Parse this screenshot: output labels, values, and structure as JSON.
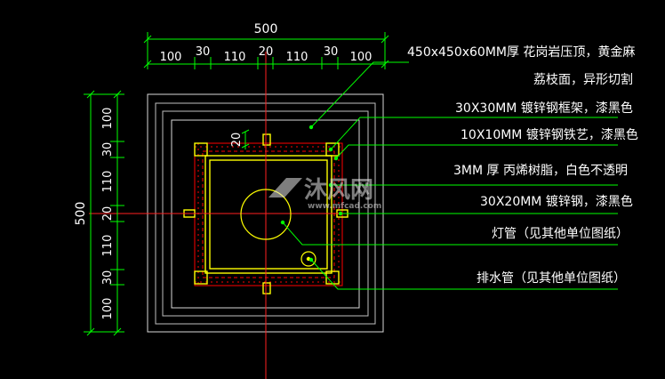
{
  "top_dimensions": {
    "total": "500",
    "segments": [
      "100",
      "30",
      "110",
      "20",
      "110",
      "30",
      "100"
    ]
  },
  "left_dimensions": {
    "total": "500",
    "segments": [
      "100",
      "30",
      "110",
      "20",
      "110",
      "30",
      "100"
    ]
  },
  "inner_label": "20",
  "annotations": [
    "450x450x60MM厚 花岗岩压顶，黄金麻",
    "荔枝面，异形切割",
    "30X30MM 镀锌钢框架，漆黑色",
    "10X10MM 镀锌钢铁艺，漆黑色",
    "3MM 厚 丙烯树脂，白色不透明",
    "30X20MM 镀锌钢，漆黑色",
    "灯管（见其他单位图纸）",
    "排水管（见其他单位图纸）"
  ],
  "watermark": {
    "brand": "沐风网",
    "url": "www.mfcad.com"
  },
  "colors": {
    "background": "#000000",
    "dimension": "#00ff00",
    "outline": "#ffffff",
    "frame": "#ffff00",
    "hatch": "#ff0000",
    "axis": "#ff2020",
    "leader": "#00ff00"
  }
}
